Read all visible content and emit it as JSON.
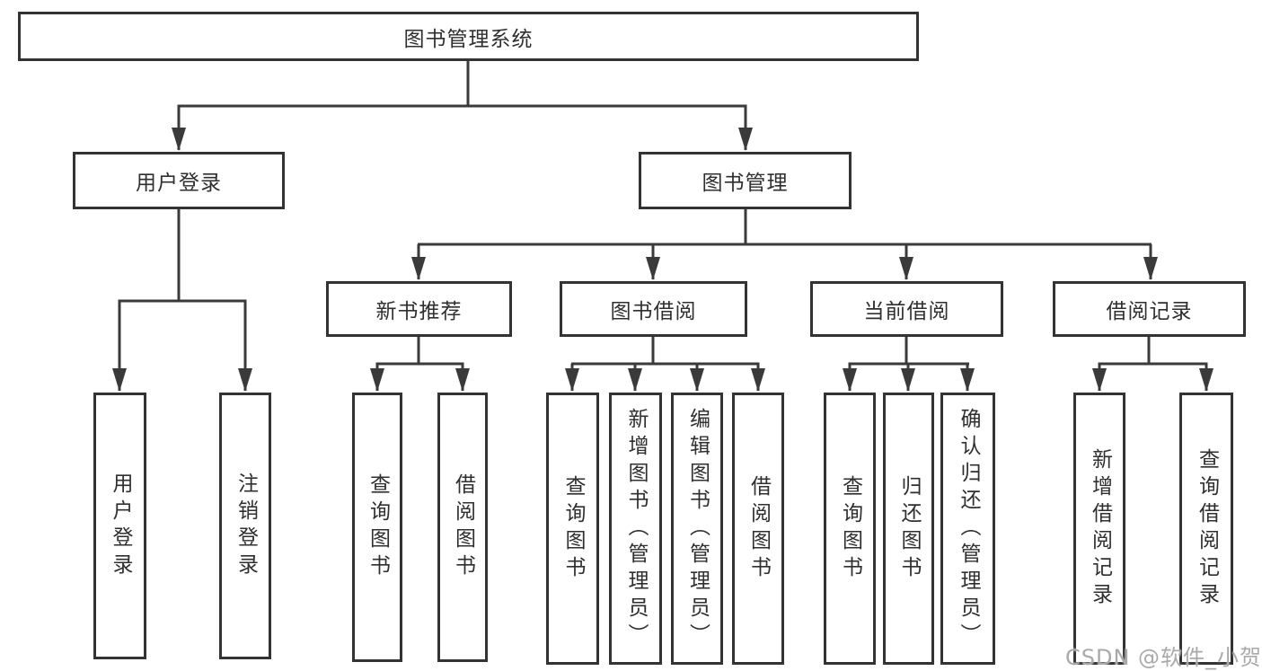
{
  "diagram": {
    "title": "图书管理系统",
    "nodes": {
      "root": {
        "label": "图书管理系统"
      },
      "user_login": {
        "label": "用户登录"
      },
      "book_mgmt": {
        "label": "图书管理"
      },
      "new_books": {
        "label": "新书推荐"
      },
      "book_borrow": {
        "label": "图书借阅"
      },
      "current_borrow": {
        "label": "当前借阅"
      },
      "borrow_records": {
        "label": "借阅记录"
      },
      "leaf_user_login": {
        "label": "用户登录"
      },
      "leaf_logout": {
        "label": "注销登录"
      },
      "leaf_query_books_1": {
        "label": "查询图书"
      },
      "leaf_borrow_books_1": {
        "label": "借阅图书"
      },
      "leaf_query_books_2": {
        "label": "查询图书"
      },
      "leaf_add_books": {
        "label": "新增图书（管理员）"
      },
      "leaf_edit_books": {
        "label": "编辑图书（管理员）"
      },
      "leaf_borrow_books_2": {
        "label": "借阅图书"
      },
      "leaf_query_books_3": {
        "label": "查询图书"
      },
      "leaf_return_books": {
        "label": "归还图书"
      },
      "leaf_confirm_return": {
        "label": "确认归还（管理员）"
      },
      "leaf_add_record": {
        "label": "新增借阅记录"
      },
      "leaf_query_record": {
        "label": "查询借阅记录"
      }
    },
    "colors": {
      "line": "#3a3a3a",
      "border": "#333333",
      "text": "#2f2f2f",
      "watermark": "#a9a9a9",
      "background": "#ffffff"
    }
  },
  "watermark": {
    "text": "CSDN @软件_小贺同学"
  }
}
